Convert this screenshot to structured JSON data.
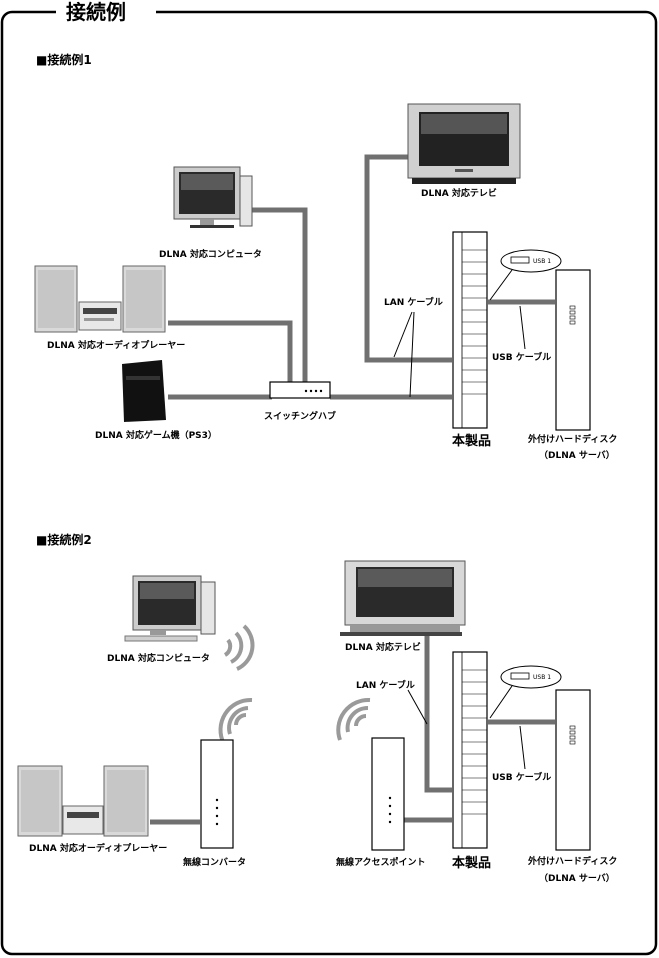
{
  "page_title": "接続例",
  "example1": {
    "heading": "■接続例1",
    "tv": "DLNA 対応テレビ",
    "computer": "DLNA 対応コンピュータ",
    "audio_player": "DLNA 対応オーディオプレーヤー",
    "game": "DLNA 対応ゲーム機（PS3）",
    "switching_hub": "スイッチングハブ",
    "lan_cable": "LAN ケーブル",
    "usb_cable": "USB ケーブル",
    "usb_port": "USB 1",
    "product": "本製品",
    "hdd_line1": "外付けハードディスク",
    "hdd_line2": "（DLNA サーバ）"
  },
  "example2": {
    "heading": "■接続例2",
    "tv": "DLNA 対応テレビ",
    "computer": "DLNA 対応コンピュータ",
    "lan_cable": "LAN ケーブル",
    "usb_cable": "USB ケーブル",
    "usb_port": "USB 1",
    "audio_player": "DLNA 対応オーディオプレーヤー",
    "wireless_converter": "無線コンバータ",
    "access_point": "無線アクセスポイント",
    "product": "本製品",
    "hdd_line1": "外付けハードディスク",
    "hdd_line2": "（DLNA サーバ）"
  },
  "colors": {
    "cable": "#707070",
    "frame": "#000000"
  }
}
